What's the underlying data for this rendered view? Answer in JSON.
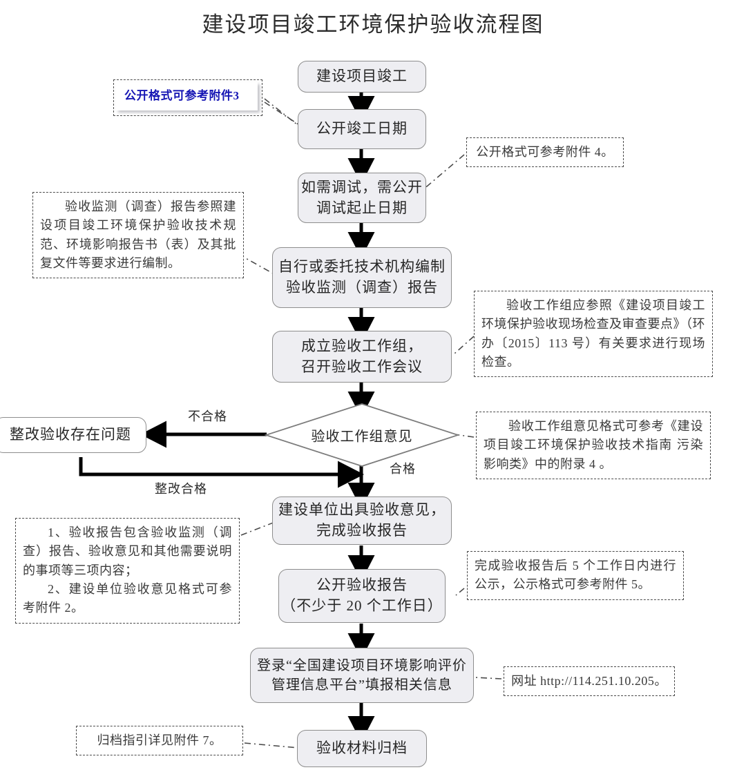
{
  "title": "建设项目竣工环境保护验收流程图",
  "theme": {
    "node_fill": "#eeeef2",
    "node_stroke": "#8d8d8d",
    "arrow_color": "#000000",
    "note_stroke": "#4a4a4a",
    "highlight_text": "#1616b4",
    "page_background": "#ffffff"
  },
  "nodes": [
    {
      "id": "n1",
      "name": "project-completion",
      "line1": "建设项目竣工",
      "line2": ""
    },
    {
      "id": "n2",
      "name": "publish-completion-date",
      "line1": "公开竣工日期",
      "line2": ""
    },
    {
      "id": "n3",
      "name": "publish-commissioning-dates",
      "line1": "如需调试，需公开",
      "line2": "调试起止日期"
    },
    {
      "id": "n4",
      "name": "prepare-monitoring-report",
      "line1": "自行或委托技术机构编制",
      "line2": "验收监测（调查）报告"
    },
    {
      "id": "n5",
      "name": "form-acceptance-workgroup",
      "line1": "成立验收工作组，",
      "line2": "召开验收工作会议"
    },
    {
      "id": "n6",
      "name": "rectify-issues",
      "line1": "整改验收存在问题",
      "line2": ""
    },
    {
      "id": "n7",
      "name": "issue-acceptance-opinion",
      "line1": "建设单位出具验收意见，",
      "line2": "完成验收报告"
    },
    {
      "id": "n8",
      "name": "publish-acceptance-report",
      "line1": "公开验收报告",
      "line2": "（不少于 20 个工作日）"
    },
    {
      "id": "n9",
      "name": "file-on-national-platform",
      "line1": "登录“全国建设项目环境影响评价",
      "line2": "管理信息平台”填报相关信息"
    },
    {
      "id": "n10",
      "name": "archive-materials",
      "line1": "验收材料归档",
      "line2": ""
    }
  ],
  "decision": {
    "name": "workgroup-opinion-decision",
    "label": "验收工作组意见"
  },
  "edge_labels": [
    {
      "name": "edge-label-fail",
      "text": "不合格"
    },
    {
      "name": "edge-label-pass",
      "text": "合格"
    },
    {
      "name": "edge-label-rectified",
      "text": "整改合格"
    }
  ],
  "notes": [
    {
      "id": "note1",
      "name": "note-public-format-annex-3",
      "style": "highlight",
      "lines": [
        "公开格式可参考附件3"
      ]
    },
    {
      "id": "note2",
      "name": "note-public-format-annex-4",
      "style": "plain-center",
      "lines": [
        "公开格式可参考附件 4。"
      ]
    },
    {
      "id": "note3",
      "name": "note-monitoring-report-standards",
      "style": "indent",
      "lines": [
        "验收监测（调查）报告参照建设项目竣工环境保护验收技术规范、环境影响报告书（表）及其批复文件等要求进行编制。"
      ]
    },
    {
      "id": "note4",
      "name": "note-workgroup-site-inspection",
      "style": "indent",
      "lines": [
        "验收工作组应参照《建设项目竣工环境保护验收现场检查及审查要点》（环办〔2015〕113 号）有关要求进行现场检查。"
      ]
    },
    {
      "id": "note5",
      "name": "note-workgroup-opinion-format",
      "style": "indent",
      "lines": [
        "验收工作组意见格式可参考《建设项目竣工环境保护验收技术指南 污染影响类》中的附录 4 。"
      ]
    },
    {
      "id": "note6",
      "name": "note-acceptance-report-contents",
      "style": "numbered",
      "lines": [
        "1、验收报告包含验收监测（调查）报告、验收意见和其他需要说明的事项等三项内容；",
        "2、建设单位验收意见格式可参考附件 2。"
      ]
    },
    {
      "id": "note7",
      "name": "note-publicity-within-5-days",
      "style": "plain",
      "lines": [
        "完成验收报告后 5 个工作日内进行公示，公示格式可参考附件 5。"
      ]
    },
    {
      "id": "note8",
      "name": "note-platform-url",
      "style": "plain-center",
      "lines": [
        "网址 http://114.251.10.205。"
      ]
    },
    {
      "id": "note9",
      "name": "note-archiving-guide-annex-7",
      "style": "plain-center",
      "lines": [
        "归档指引详见附件 7。"
      ]
    }
  ]
}
